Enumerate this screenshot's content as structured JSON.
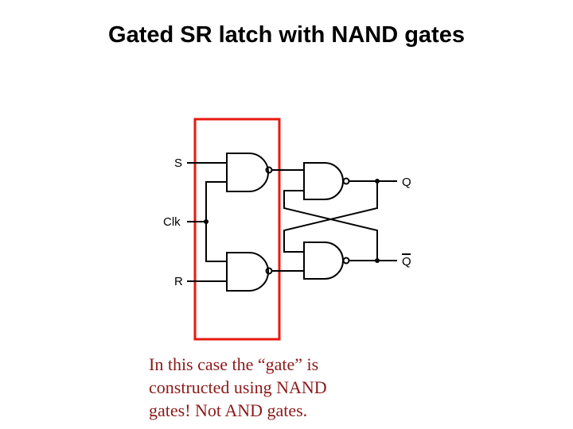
{
  "title": "Gated SR latch with NAND gates",
  "labels": {
    "s": "S",
    "clk": "Clk",
    "r": "R",
    "q": "Q",
    "q_bar": "Q"
  },
  "note": {
    "lines": [
      "In this case the “gate” is",
      "constructed using NAND",
      "gates! Not AND gates."
    ]
  },
  "colors": {
    "highlight_box": "#e8190f",
    "wires": "#000000",
    "note_text": "#8b1a1a"
  }
}
